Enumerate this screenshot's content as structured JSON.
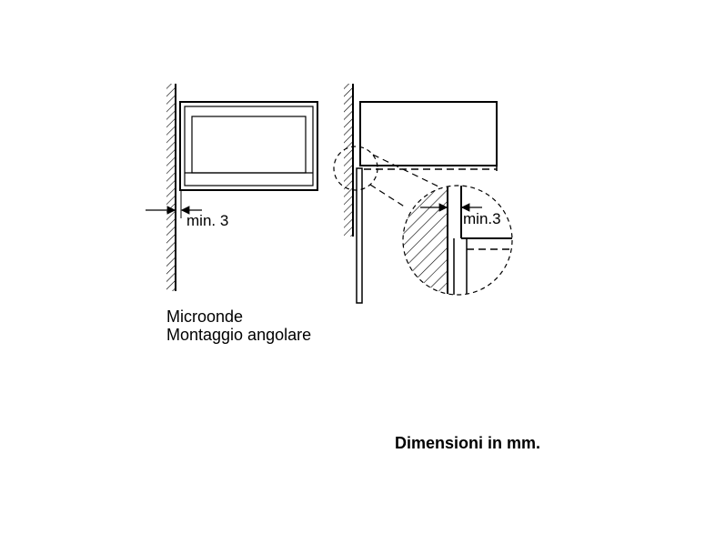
{
  "labels": {
    "clearance_left": "min. 3",
    "clearance_detail": "min.3"
  },
  "caption": {
    "line1": "Microonde",
    "line2": "Montaggio angolare"
  },
  "units_note": "Dimensioni in mm."
}
